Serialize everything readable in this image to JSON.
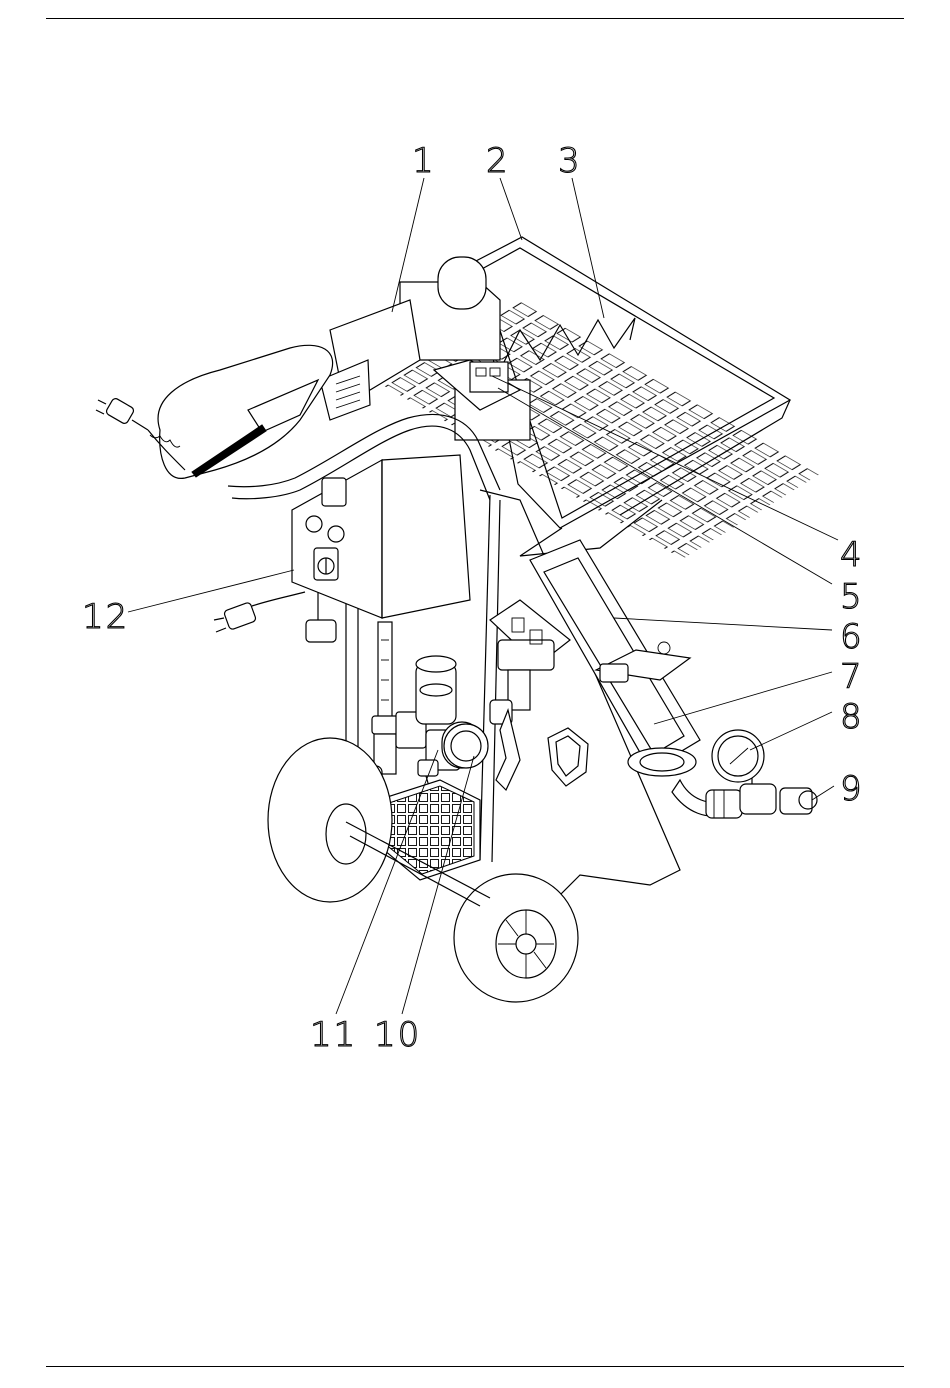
{
  "figure": {
    "callouts": [
      {
        "id": "1",
        "label": "1"
      },
      {
        "id": "2",
        "label": "2"
      },
      {
        "id": "3",
        "label": "3"
      },
      {
        "id": "4",
        "label": "4"
      },
      {
        "id": "5",
        "label": "5"
      },
      {
        "id": "6",
        "label": "6"
      },
      {
        "id": "7",
        "label": "7"
      },
      {
        "id": "8",
        "label": "8"
      },
      {
        "id": "9",
        "label": "9"
      },
      {
        "id": "10",
        "label": "10"
      },
      {
        "id": "11",
        "label": "11"
      },
      {
        "id": "12",
        "label": "12"
      }
    ]
  }
}
